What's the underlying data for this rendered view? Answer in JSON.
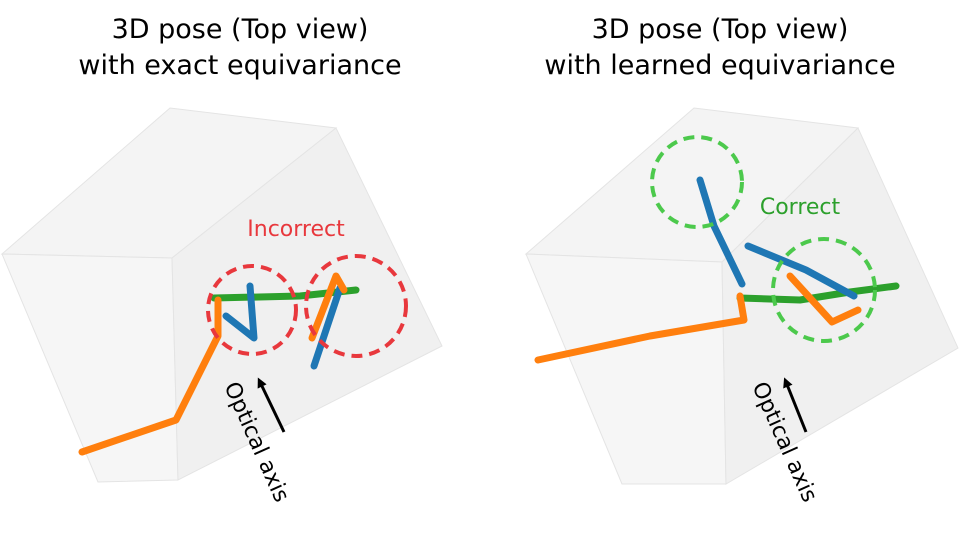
{
  "panels": [
    {
      "title_line1": "3D pose (Top view)",
      "title_line2": "with exact equivariance",
      "annotation": "Incorrect",
      "annotation_color": "#e8383d",
      "axis_label": "Optical axis"
    },
    {
      "title_line1": "3D pose (Top view)",
      "title_line2": "with learned equivariance",
      "annotation": "Correct",
      "annotation_color": "#2ca02c",
      "axis_label": "Optical axis"
    }
  ],
  "colors": {
    "blue": "#1f77b4",
    "orange": "#ff7f0e",
    "green": "#2ca02c",
    "incorrect_circle": "#e8383d",
    "correct_circle": "#4cc94c",
    "box_fill": "#f2f2f2",
    "box_edge": "#e2e2e2"
  }
}
